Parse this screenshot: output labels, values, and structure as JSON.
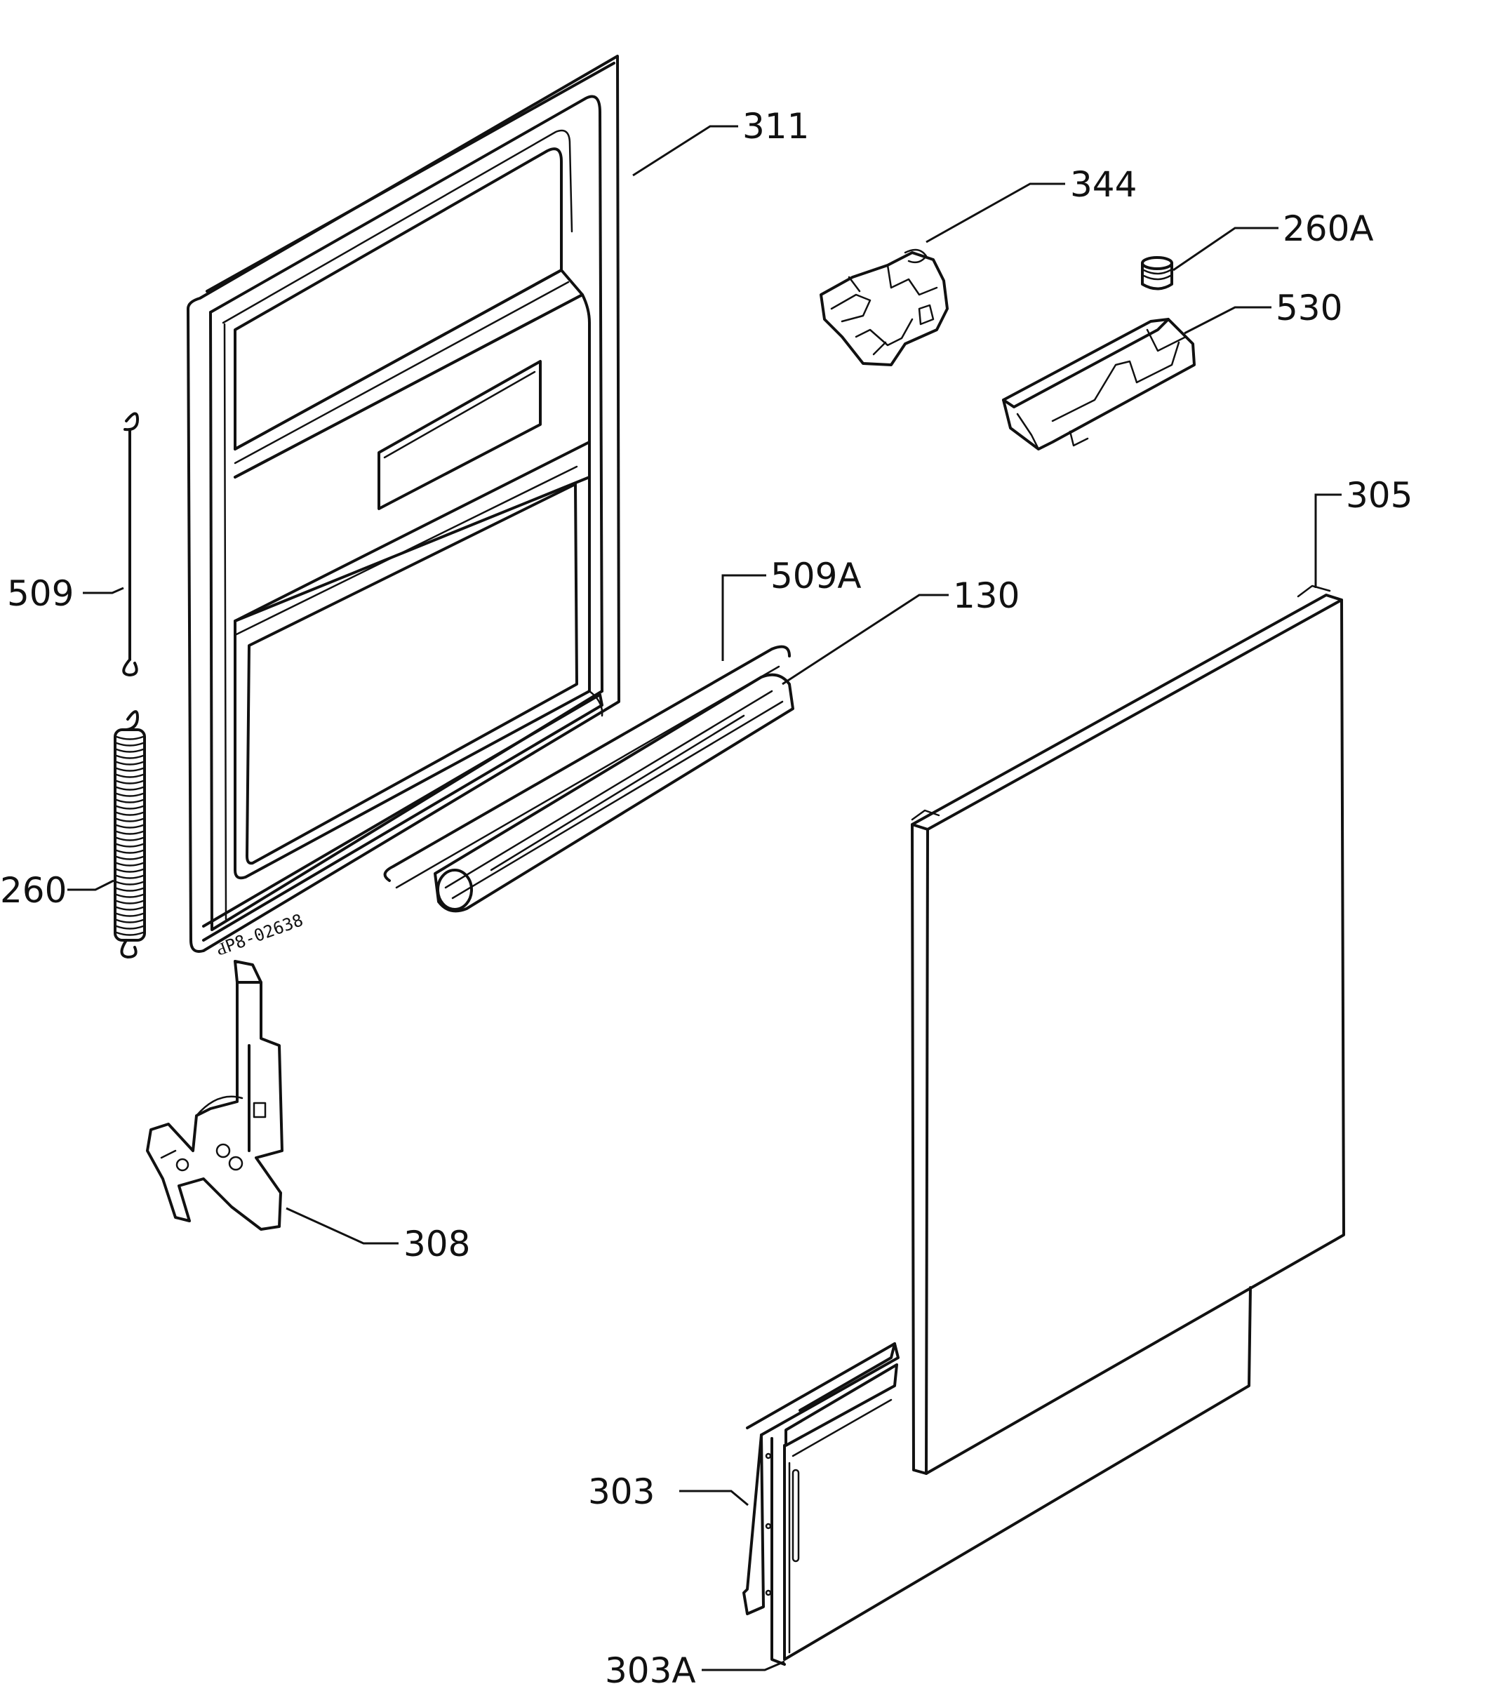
{
  "diagram": {
    "drawing_code": "ԀP8-02638",
    "parts": [
      {
        "id": "311",
        "label": "311"
      },
      {
        "id": "344",
        "label": "344"
      },
      {
        "id": "260A",
        "label": "260A"
      },
      {
        "id": "530",
        "label": "530"
      },
      {
        "id": "305",
        "label": "305"
      },
      {
        "id": "509A",
        "label": "509A"
      },
      {
        "id": "130",
        "label": "130"
      },
      {
        "id": "509",
        "label": "509"
      },
      {
        "id": "260",
        "label": "260"
      },
      {
        "id": "308",
        "label": "308"
      },
      {
        "id": "303",
        "label": "303"
      },
      {
        "id": "303A",
        "label": "303A"
      }
    ]
  }
}
